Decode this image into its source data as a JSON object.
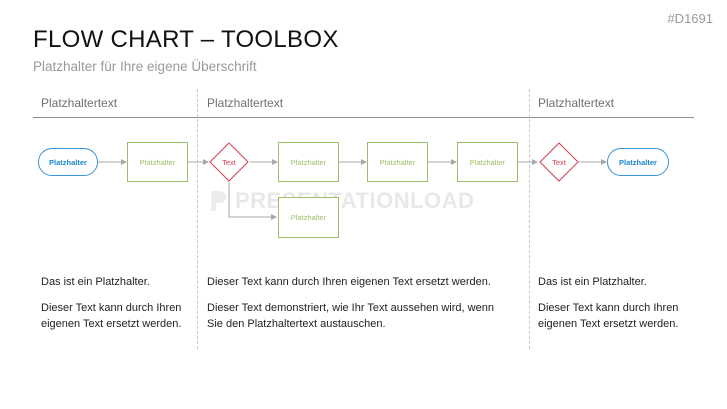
{
  "slide_code": "#D1691",
  "title": "FLOW CHART – TOOLBOX",
  "subtitle": "Platzhalter für Ihre eigene Überschrift",
  "watermark": "PRESENTATIONLOAD",
  "columns": [
    {
      "header": "Platzhaltertext",
      "line1": "Das ist ein Platzhalter.",
      "line2": "Dieser Text kann durch Ihren eigenen Text ersetzt werden."
    },
    {
      "header": "Platzhaltertext",
      "line1": "Dieser Text kann durch Ihren eigenen Text ersetzt werden.",
      "line2": "Dieser Text  demonstriert, wie Ihr Text aussehen wird, wenn Sie den Platzhaltertext austauschen."
    },
    {
      "header": "Platzhaltertext",
      "line1": "Das ist ein Platzhalter.",
      "line2": "Dieser Text kann durch Ihren eigenen Text ersetzt werden."
    }
  ],
  "flow": {
    "start": "Platzhalter",
    "step1": "Platzhalter",
    "decision1": "Text",
    "step2": "Platzhalter",
    "step3": "Platzhalter",
    "step4": "Platzhalter",
    "branch": "Platzhalter",
    "decision2": "Text",
    "end": "Platzhalter"
  },
  "colors": {
    "terminal": "#3a93d4",
    "process": "#9bbf66",
    "decision": "#d63c52",
    "connector": "#a8a8a8"
  }
}
